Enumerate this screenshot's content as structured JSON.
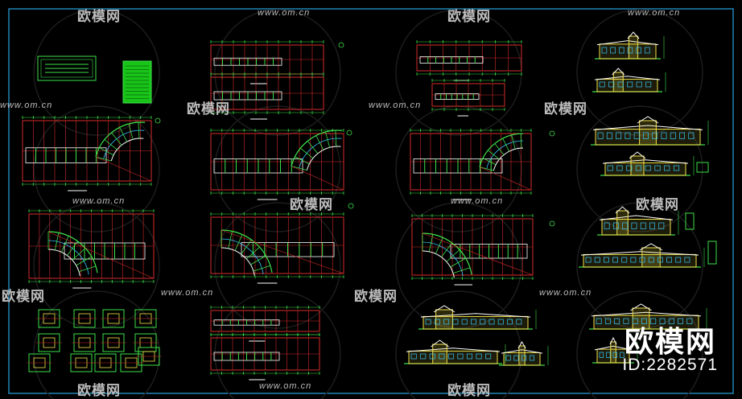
{
  "watermark": {
    "brand": "欧模网",
    "url": "www.om.cn"
  },
  "badge": {
    "logo": "欧模网",
    "id": "ID:2282571"
  },
  "colors": {
    "background": "#000000",
    "frame": "#29a7e0",
    "grid": "#d62b2b",
    "linework": "#3de04a",
    "accent": "#f2e24a",
    "highlight": "#35c7ff"
  }
}
